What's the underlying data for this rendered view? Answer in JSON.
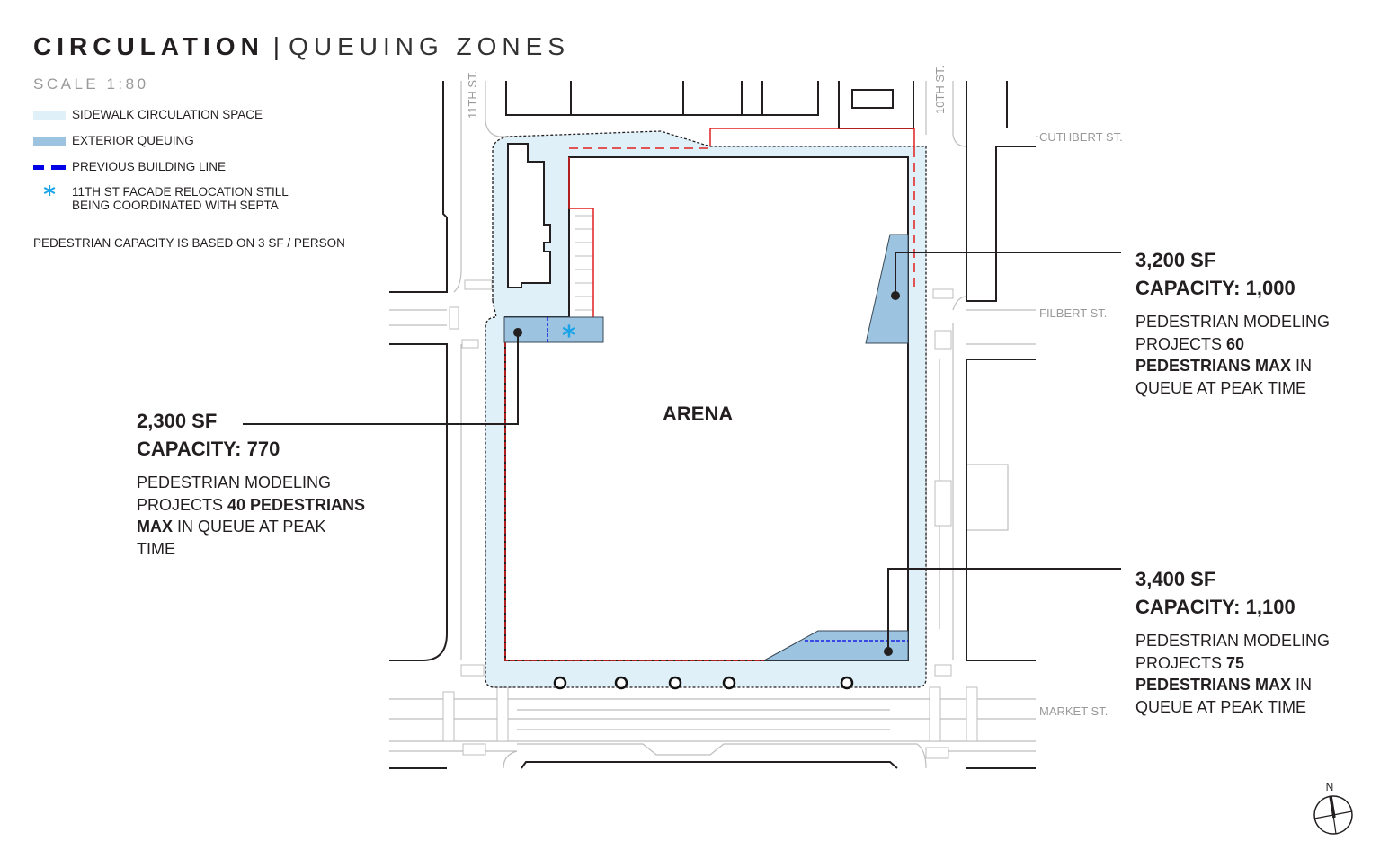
{
  "title": {
    "main": "CIRCULATION",
    "separator": "|",
    "sub": "QUEUING ZONES"
  },
  "scale": "SCALE 1:80",
  "legend": [
    {
      "label": "SIDEWALK CIRCULATION SPACE",
      "color": "#dff0f8"
    },
    {
      "label": "EXTERIOR QUEUING",
      "color": "#9cc3e0"
    },
    {
      "label": "PREVIOUS BUILDING LINE",
      "color": "#0000e6"
    },
    {
      "label_line1": "11TH ST FACADE RELOCATION STILL",
      "label_line2": "BEING COORDINATED WITH SEPTA",
      "icon": "asterisk-icon",
      "color": "#1aa3e8"
    }
  ],
  "capacity_note": "PEDESTRIAN CAPACITY IS BASED ON 3 SF / PERSON",
  "streets": {
    "eleventh": "11TH ST.",
    "tenth": "10TH ST.",
    "cuthbert": "CUTHBERT ST.",
    "filbert": "FILBERT ST.",
    "market": "MARKET ST."
  },
  "arena_label": "ARENA",
  "zones": [
    {
      "area": "2,300 SF",
      "capacity": "CAPACITY: 770",
      "d1": "PEDESTRIAN MODELING",
      "d2": "PROJECTS ",
      "d2b": "40 PEDESTRIANS",
      "d3b": "MAX",
      "d3": " IN QUEUE AT PEAK",
      "d4": "TIME"
    },
    {
      "area": "3,200 SF",
      "capacity": "CAPACITY: 1,000",
      "d1": "PEDESTRIAN MODELING",
      "d2": "PROJECTS ",
      "d2b": "60",
      "d3b": "PEDESTRIANS MAX",
      "d3": " IN",
      "d4": "QUEUE AT PEAK TIME"
    },
    {
      "area": "3,400 SF",
      "capacity": "CAPACITY: 1,100",
      "d1": "PEDESTRIAN MODELING",
      "d2": "PROJECTS ",
      "d2b": "75",
      "d3b": "PEDESTRIANS MAX",
      "d3": " IN",
      "d4": "QUEUE AT PEAK TIME"
    }
  ],
  "north_arrow": "N"
}
